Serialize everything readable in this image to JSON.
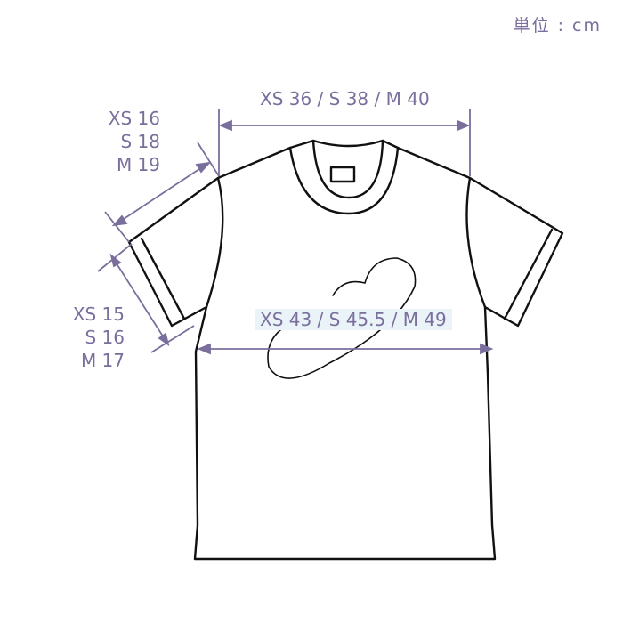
{
  "unit_label": "単位 : cm",
  "measurements": {
    "shoulder_width": "XS 36 / S 38 / M 40",
    "sleeve_length": [
      "XS 16",
      "S 18",
      "M 19"
    ],
    "sleeve_opening": [
      "XS 15",
      "S 16",
      "M 17"
    ],
    "chest_width": "XS 43 / S 45.5 / M 49"
  },
  "colors": {
    "dimension": "#7a6e9c",
    "outline": "#111111",
    "label_highlight": "#eaf4f8"
  }
}
